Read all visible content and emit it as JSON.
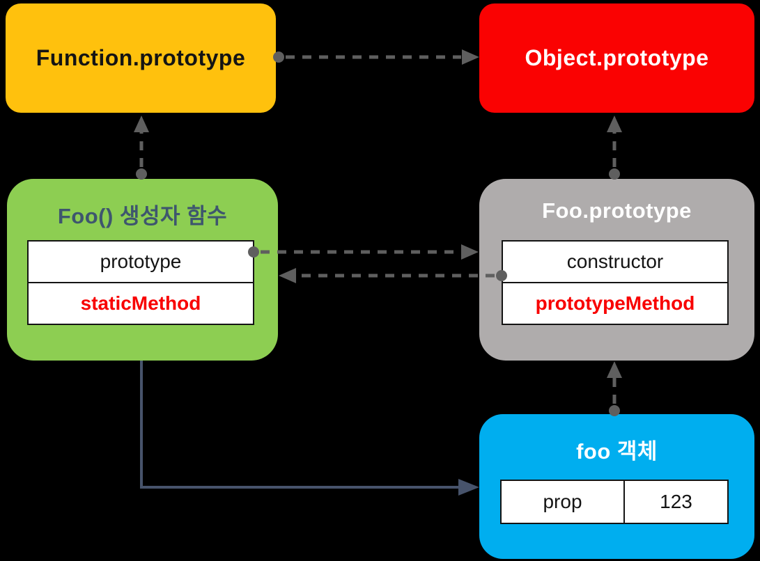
{
  "colors": {
    "background": "#000000",
    "node_function_prototype": "#FFC10D",
    "node_object_prototype": "#FA0202",
    "node_foo_constructor": "#8DCE52",
    "node_foo_prototype": "#AFACAC",
    "node_foo_object": "#00AEEF",
    "constructor_title": "#3E566E",
    "method_text": "#F80000",
    "dashed_arrow": "#5F5F5F",
    "solid_arrow": "#47536B",
    "table_bg": "#FFFFFF",
    "table_border": "#141414"
  },
  "nodes": {
    "function_prototype": {
      "label": "Function.prototype"
    },
    "object_prototype": {
      "label": "Object.prototype"
    },
    "foo_constructor": {
      "title": "Foo() 생성자 함수",
      "row1": "prototype",
      "row2": "staticMethod"
    },
    "foo_prototype": {
      "title": "Foo.prototype",
      "row1": "constructor",
      "row2": "prototypeMethod"
    },
    "foo_object": {
      "title": "foo 객체",
      "prop_key": "prop",
      "prop_value": "123"
    }
  },
  "links": [
    {
      "from": "Function.prototype",
      "to": "Object.prototype",
      "style": "dashed"
    },
    {
      "from": "Foo() 생성자 함수",
      "to": "Function.prototype",
      "style": "dashed"
    },
    {
      "from": "Foo.prototype",
      "to": "Object.prototype",
      "style": "dashed"
    },
    {
      "from": "prototype",
      "to": "Foo.prototype",
      "style": "dashed"
    },
    {
      "from": "constructor",
      "to": "Foo() 생성자 함수",
      "style": "dashed"
    },
    {
      "from": "foo 객체",
      "to": "Foo.prototype",
      "style": "dashed"
    },
    {
      "from": "Foo() 생성자 함수",
      "to": "foo 객체",
      "style": "solid"
    }
  ]
}
